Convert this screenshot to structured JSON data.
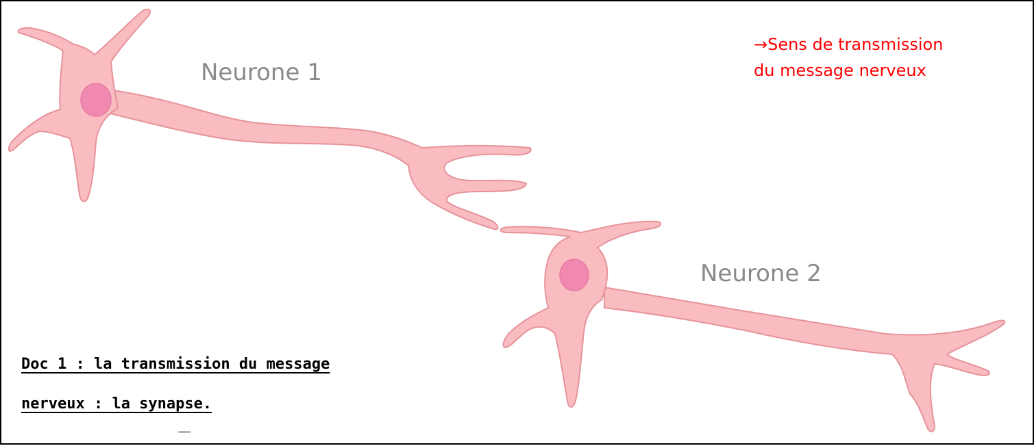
{
  "labels": {
    "neuron1": "Neurone 1",
    "neuron2": "Neurone 2"
  },
  "direction_note": {
    "arrow": "→",
    "line1": "Sens de transmission",
    "line2": "du message nerveux"
  },
  "caption": {
    "line1": "Doc 1 : la transmission du message",
    "line2": "nerveux : la synapse."
  },
  "colors": {
    "neuron_fill": "#f9bcc1",
    "neuron_outline": "#e6939a",
    "nucleus": "#f088b0",
    "note_text": "#ff0000",
    "label_text": "#8a8a8a",
    "caption_text": "#000000"
  }
}
